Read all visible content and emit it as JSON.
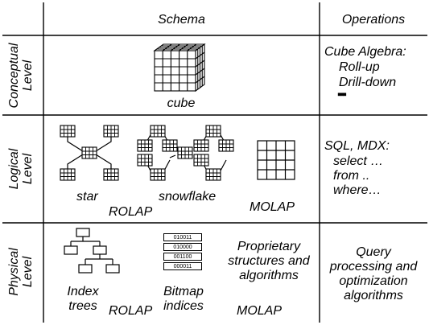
{
  "header": {
    "schema": "Schema",
    "operations": "Operations"
  },
  "rows": {
    "conceptual": {
      "label_line1": "Conceptual",
      "label_line2": "Level",
      "cube_label": "cube",
      "ops": {
        "title": "Cube Algebra:",
        "items": [
          "Roll-up",
          "Drill-down"
        ],
        "ellipsis": "▪▪▪"
      }
    },
    "logical": {
      "label_line1": "Logical",
      "label_line2": "Level",
      "star_label": "star",
      "snowflake_label": "snowflake",
      "molap_label": "MOLAP",
      "rolap_label": "ROLAP",
      "ops": {
        "title": "SQL, MDX:",
        "items": [
          "select …",
          "from ..",
          "where…"
        ]
      }
    },
    "physical": {
      "label_line1": "Physical",
      "label_line2": "Level",
      "index_label": [
        "Index",
        "trees"
      ],
      "bitmap_label": [
        "Bitmap",
        "indices"
      ],
      "bitmap_values": [
        "010011",
        "010000",
        "001100",
        "000011"
      ],
      "proprietary_label": [
        "Proprietary",
        "structures and",
        "algorithms"
      ],
      "rolap_label": "ROLAP",
      "molap_label": "MOLAP",
      "ops": [
        "Query",
        "processing and",
        "optimization",
        "algorithms"
      ]
    }
  }
}
